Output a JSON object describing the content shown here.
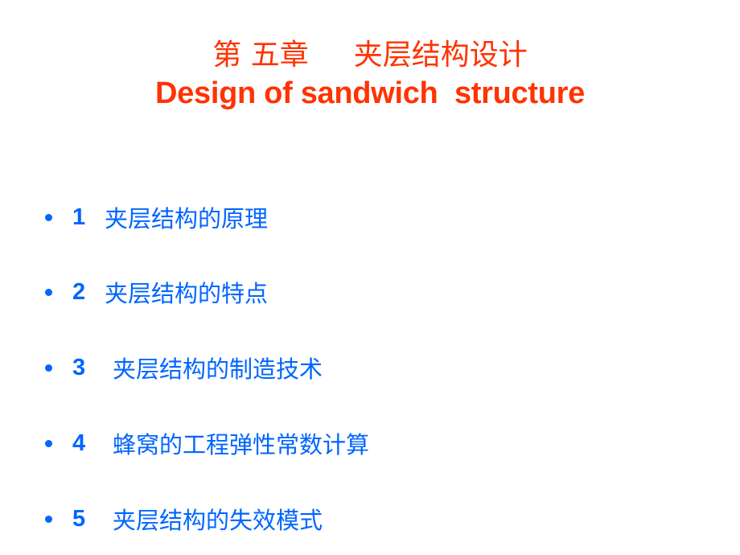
{
  "slide": {
    "title_cn_chapter": "第 五章",
    "title_cn_topic": "夹层结构设计",
    "title_en": "Design of sandwich  structure",
    "title_color": "#ff3300",
    "bullet_color": "#0066ff",
    "bullets": [
      {
        "num": "1",
        "text": "夹层结构的原理"
      },
      {
        "num": "2",
        "text": "夹层结构的特点"
      },
      {
        "num": "3",
        "text": "夹层结构的制造技术"
      },
      {
        "num": "4",
        "text": "蜂窝的工程弹性常数计算"
      },
      {
        "num": "5",
        "text": "夹层结构的失效模式"
      }
    ]
  }
}
